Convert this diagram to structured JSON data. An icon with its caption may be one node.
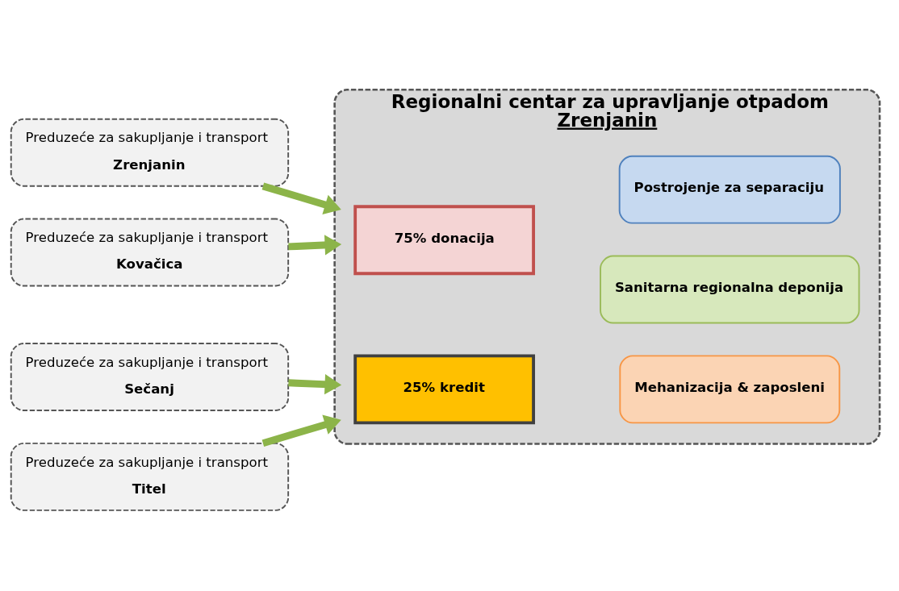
{
  "diagram": {
    "nodes": [
      {
        "text": [
          "Preduzeće za sakupljanje i transport",
          "Zrenjanin"
        ]
      },
      {
        "text": [
          "Preduzeće za sakupljanje i transport",
          "Kovačica"
        ]
      },
      {
        "text": [
          "Preduzeće za sakupljanje i transport",
          "Sečanj"
        ]
      },
      {
        "text": [
          "Preduzeće za sakupljanje i transport",
          "Titel"
        ]
      },
      {
        "text": [
          "Regionalni centar za upravljanje otpadom",
          "Zrenjanin"
        ]
      },
      {
        "text": [
          "75% donacija"
        ],
        "in": 4
      },
      {
        "text": [
          "25% kredit"
        ],
        "in": 4
      },
      {
        "text": [
          "Sanitarna regionalna deponija"
        ],
        "in": 4
      },
      {
        "text": [
          "Postrojenje za separaciju"
        ],
        "in": 4
      },
      {
        "text": [
          "Mehanizacija & zaposleni"
        ],
        "in": 4
      }
    ],
    "edges": [
      {
        "from": 0,
        "to": 4,
        "arrow": "to"
      },
      {
        "from": 1,
        "to": 4,
        "arrow": "to"
      },
      {
        "from": 2,
        "to": 4,
        "arrow": "to"
      },
      {
        "from": 3,
        "to": 4,
        "arrow": "to"
      }
    ]
  }
}
